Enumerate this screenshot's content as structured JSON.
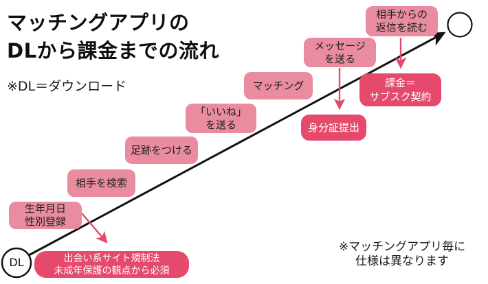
{
  "title": {
    "line1": "マッチングアプリの",
    "line2": "DLから課金までの流れ",
    "note": "※DL＝ダウンロード"
  },
  "flow": {
    "start_label": "DL",
    "steps": [
      {
        "id": "register",
        "lines": [
          "生年月日",
          "性別登録"
        ]
      },
      {
        "id": "search",
        "lines": [
          "相手を検索"
        ]
      },
      {
        "id": "footprint",
        "lines": [
          "足跡をつける"
        ]
      },
      {
        "id": "like",
        "lines": [
          "「いいね」",
          "を送る"
        ]
      },
      {
        "id": "matching",
        "lines": [
          "マッチング"
        ]
      },
      {
        "id": "message",
        "lines": [
          "メッセージ",
          "を送る"
        ]
      },
      {
        "id": "reply",
        "lines": [
          "相手からの",
          "返信を読む"
        ]
      }
    ],
    "callouts": [
      {
        "id": "law",
        "lines": [
          "出会い系サイト規制法",
          "未成年保護の観点から必須"
        ]
      },
      {
        "id": "id-check",
        "lines": [
          "身分証提出"
        ]
      },
      {
        "id": "subscription",
        "lines": [
          "課金＝",
          "サブスク契約"
        ]
      }
    ]
  },
  "footnote": {
    "line1": "※マッチングアプリ毎に",
    "line2": "仕様は異なります"
  },
  "colors": {
    "light_pink": "#e98ca0",
    "dark_pink": "#e5496b",
    "line_black": "#121212",
    "text_on_light": "#1d1d1d",
    "text_on_dark": "#ffffff"
  }
}
